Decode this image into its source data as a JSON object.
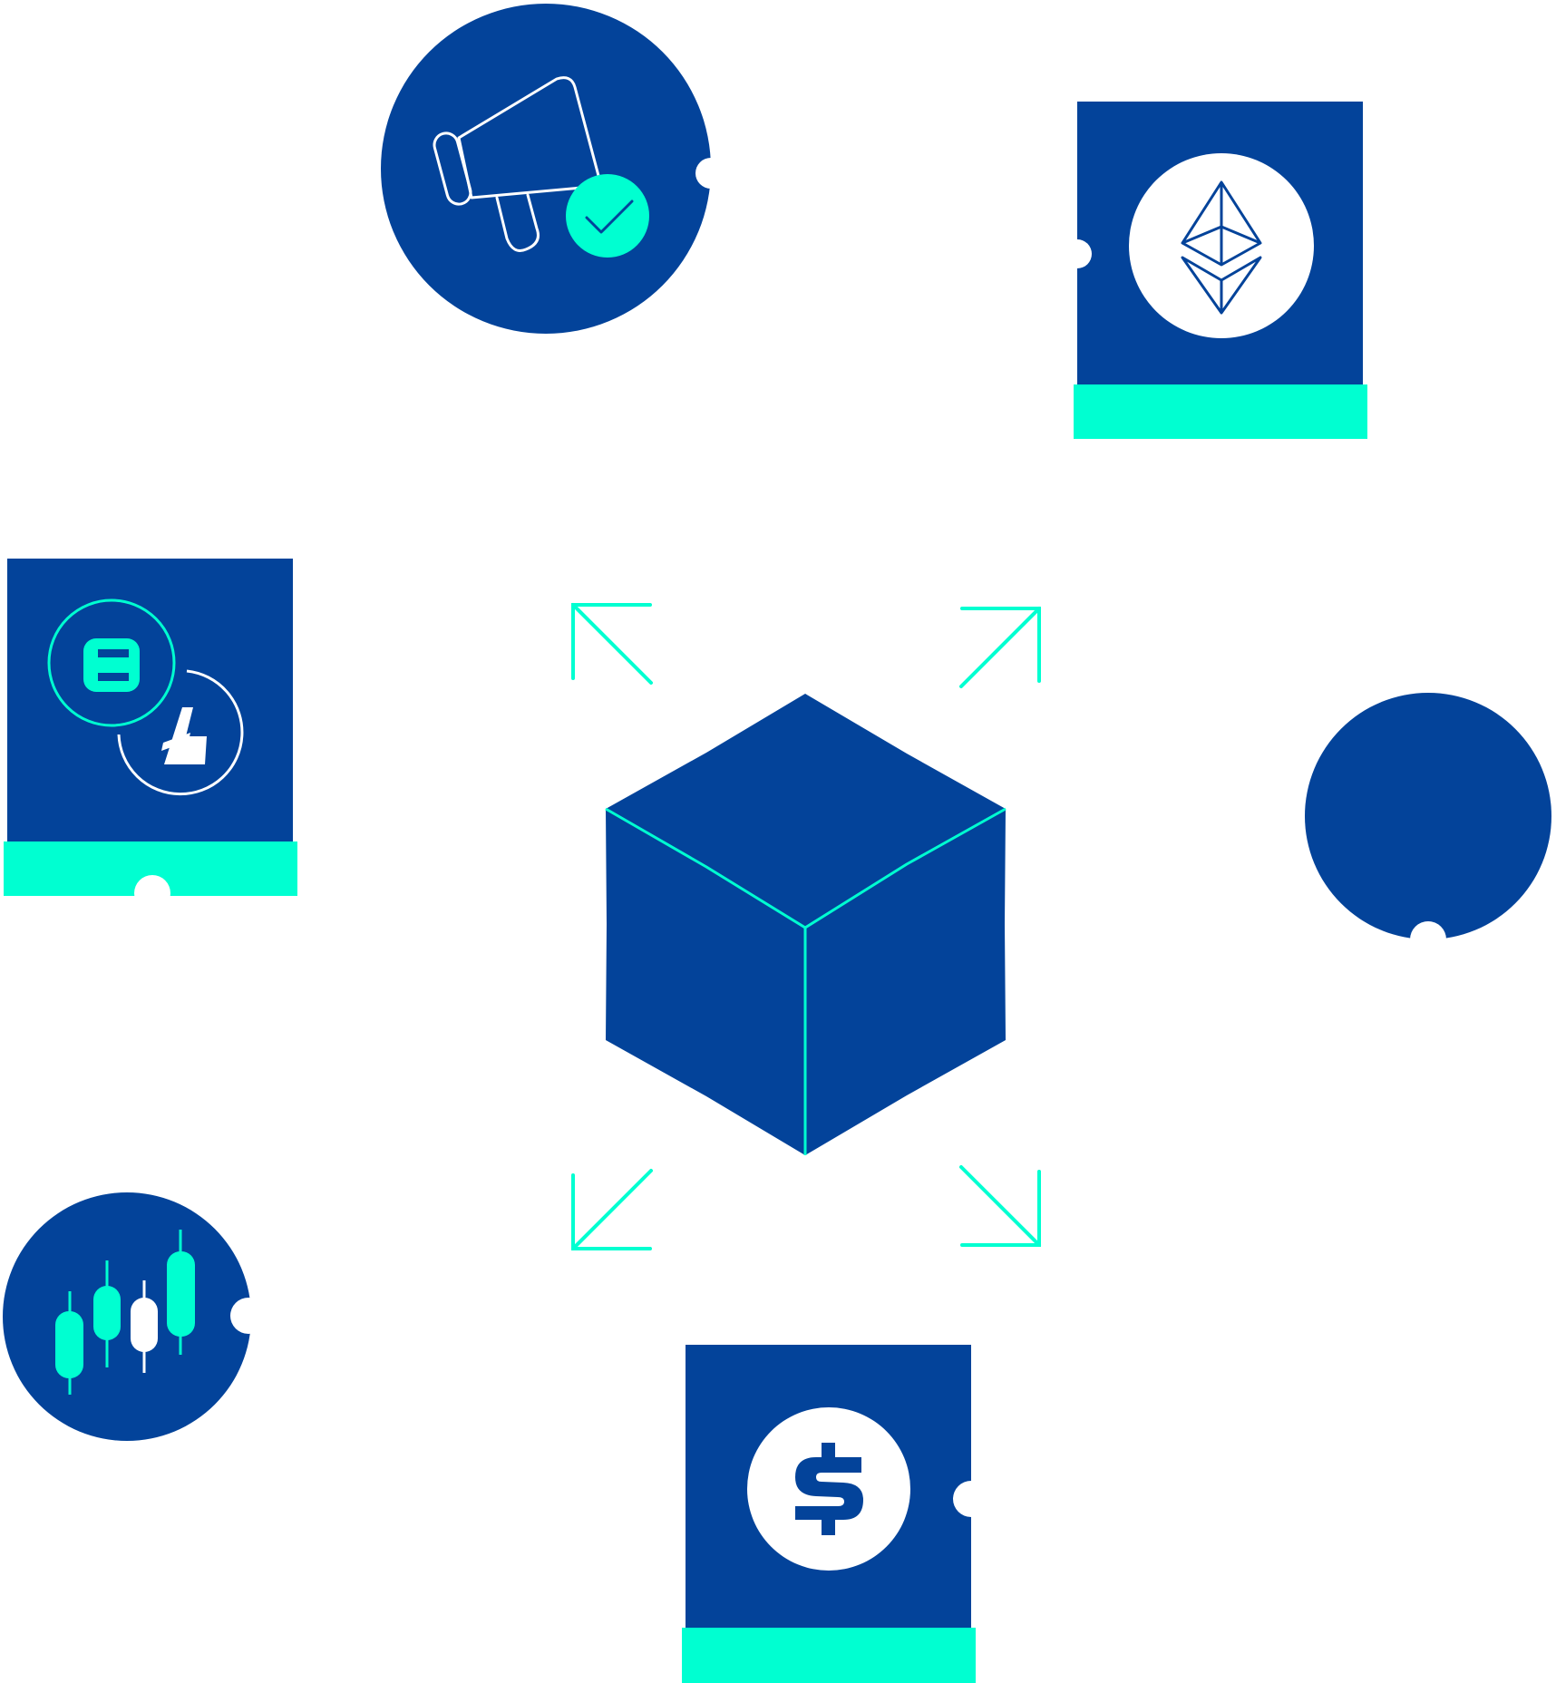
{
  "colors": {
    "primary": "#03439A",
    "accent": "#00FFD1",
    "background": "#FFFFFF"
  },
  "center": {
    "icon": "blockchain-cube-icon",
    "arrows": [
      "arrow-up-left-icon",
      "arrow-up-right-icon",
      "arrow-down-left-icon",
      "arrow-down-right-icon"
    ]
  },
  "nodes": [
    {
      "id": "announcement",
      "shape": "circle",
      "icon": "megaphone-check-icon"
    },
    {
      "id": "ethereum",
      "shape": "card",
      "icon": "ethereum-icon"
    },
    {
      "id": "bitcoin-litecoin",
      "shape": "card",
      "icon": "bitcoin-litecoin-icon"
    },
    {
      "id": "empty",
      "shape": "circle",
      "icon": "blank-circle"
    },
    {
      "id": "trading",
      "shape": "circle",
      "icon": "candlestick-chart-icon"
    },
    {
      "id": "dollar",
      "shape": "card",
      "icon": "dollar-coin-icon"
    }
  ]
}
